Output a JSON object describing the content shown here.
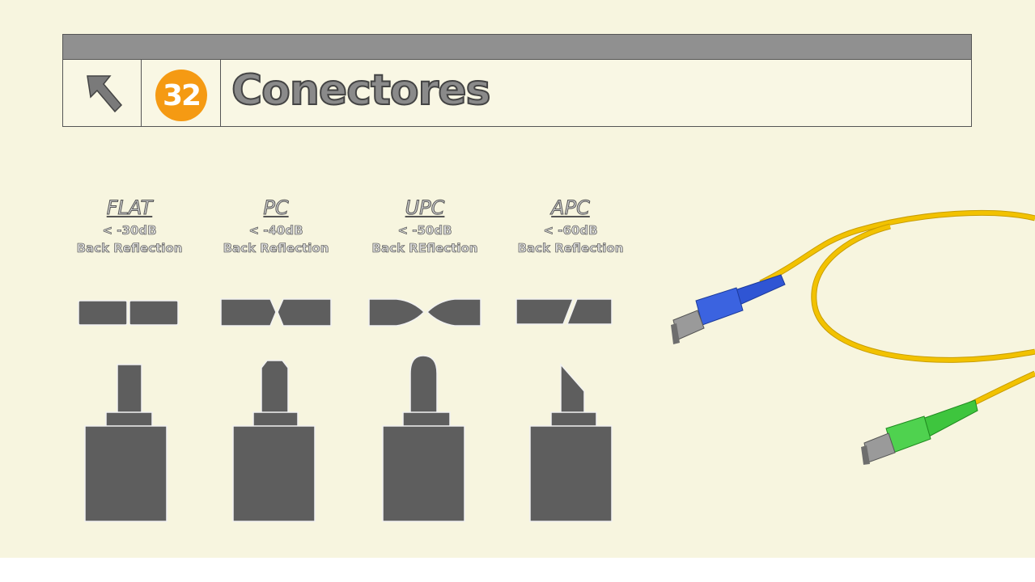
{
  "header": {
    "number": "32",
    "title": "Conectores"
  },
  "connectors": [
    {
      "name": "FLAT",
      "reflection": "< -30dB",
      "label": "Back Reflection"
    },
    {
      "name": "PC",
      "reflection": "< -40dB",
      "label": "Back Reflection"
    },
    {
      "name": "UPC",
      "reflection": "< -50dB",
      "label": "Back REflection"
    },
    {
      "name": "APC",
      "reflection": "< -60dB",
      "label": "Back Reflection"
    }
  ],
  "colors": {
    "background": "#f7f5df",
    "badge": "#f59a13",
    "shape": "#5e5e5e",
    "cable": "#f2c200",
    "connector_blue": "#2f55d4",
    "connector_green": "#3ec53e"
  }
}
